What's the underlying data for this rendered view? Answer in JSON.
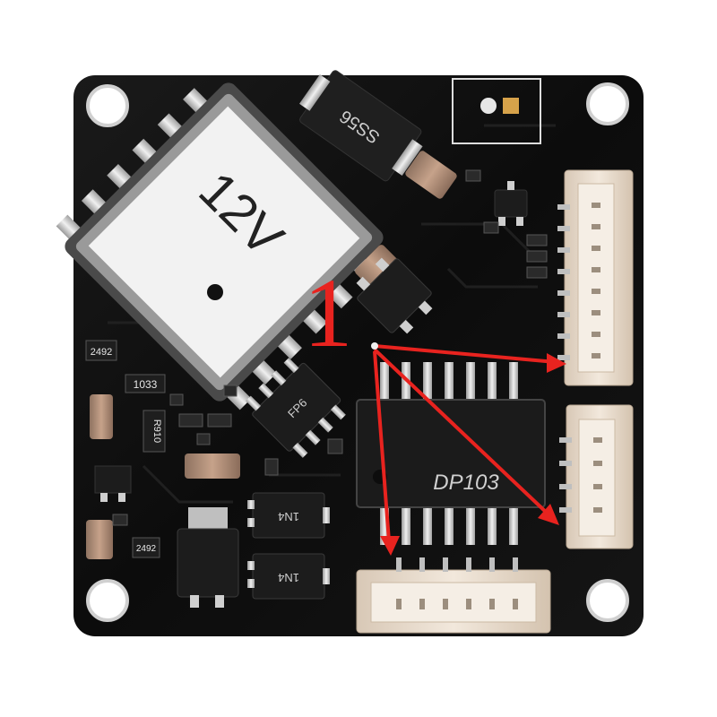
{
  "photo": {
    "subject": "",
    "transformer_label": "12V",
    "main_chip_label": "DP103",
    "annotation_number": "1",
    "component_markings": {
      "diode": "SS56",
      "resistor_top": "2492",
      "resistor_mid": "1033",
      "resistor_side": "R910",
      "resistor_bottom": "2492",
      "mosfet_a": "1N4",
      "mosfet_b": "1N4",
      "ic_small": "FP6"
    },
    "colors": {
      "board": "#101010",
      "background": "#ffffff",
      "arrow": "#e8231f",
      "connector": "#e9dccd",
      "transformer_label_bg": "#eeeeee"
    },
    "arrows": [
      "to-top-right-connector",
      "to-middle-right-connector",
      "to-bottom-connector"
    ]
  }
}
